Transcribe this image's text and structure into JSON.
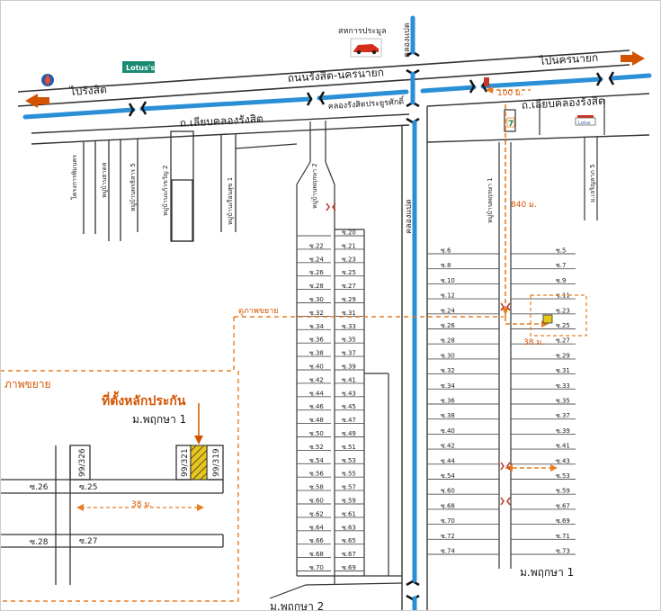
{
  "colors": {
    "canal": "#2b8fd6",
    "road": "#333333",
    "arrow": "#d35400",
    "dashed": "#e67e22",
    "property": "#e6c619",
    "lotus_bg": "#1b8c73"
  },
  "icons": {
    "fuel": "fuel-station-icon",
    "car": "car-icon",
    "seven_eleven": "store-icon",
    "lotus_small": "shop-icon"
  },
  "roads": {
    "main_road": "ถนนรังสิต-นครนายก",
    "to_rangsit": "ไปรังสิต",
    "to_nakhonnayok": "ไปนครนายก",
    "frontage_left": "ถ.เลียบคลองรังสิต",
    "frontage_right": "ถ.เลียบคลองรังสิต",
    "canal_rangsit": "คลองรังสิตประยูรศักดิ์",
    "canal_paet_top": "คลองแปด",
    "canal_paet": "คลองแปด",
    "distance_100": "100 ม.",
    "distance_840": "840 ม.",
    "distance_38": "38 ม."
  },
  "landmarks": {
    "car_dealer": "สหการประมูล",
    "lotus": "Lotus's",
    "lotus_small": "Lotus",
    "seven_eleven": "7"
  },
  "villages": {
    "v1": "โครงการพิมนคร",
    "v2": "หมู่บ้านธาดล",
    "v3": "หมู่บ้านพรธิสาร 5",
    "v4": "หมู่บ้านแก้วขวัญ 2",
    "v5": "หมู่บ้านเรือนสุข 1",
    "v6": "หมู่บ้านพฤกษา 2",
    "v7": "หมู่บ้านพฤกษา 1",
    "v8": "ม.เจริญลาภ 5"
  },
  "zones": {
    "zoom_label": "ดูภาพขยาย",
    "inset_title": "ภาพขยาย",
    "collateral": "ที่ตั้งหลักประกัน",
    "inset_village": "ม.พฤกษา 1",
    "bottom_v2": "ม.พฤกษา 2",
    "bottom_v1": "ม.พฤกษา 1"
  },
  "inset": {
    "lot_left": "99/326",
    "lot_mid": "99/321",
    "lot_right": "99/319",
    "soi_26": "ซ.26",
    "soi_25": "ซ.25",
    "soi_28": "ซ.28",
    "soi_27": "ซ.27",
    "distance": "38 ม."
  },
  "pruksa2_sois": [
    [
      "",
      "ซ.20"
    ],
    [
      "ซ.22",
      "ซ.21"
    ],
    [
      "ซ.24",
      "ซ.23"
    ],
    [
      "ซ.26",
      "ซ.25"
    ],
    [
      "ซ.28",
      "ซ.27"
    ],
    [
      "ซ.30",
      "ซ.29"
    ],
    [
      "ซ.32",
      "ซ.31"
    ],
    [
      "ซ.34",
      "ซ.33"
    ],
    [
      "ซ.36",
      "ซ.35"
    ],
    [
      "ซ.38",
      "ซ.37"
    ],
    [
      "ซ.40",
      "ซ.39"
    ],
    [
      "ซ.42",
      "ซ.41"
    ],
    [
      "ซ.44",
      "ซ.43"
    ],
    [
      "ซ.46",
      "ซ.45"
    ],
    [
      "ซ.48",
      "ซ.47"
    ],
    [
      "ซ.50",
      "ซ.49"
    ],
    [
      "ซ.52",
      "ซ.51"
    ],
    [
      "ซ.54",
      "ซ.53"
    ],
    [
      "ซ.56",
      "ซ.55"
    ],
    [
      "ซ.58",
      "ซ.57"
    ],
    [
      "ซ.60",
      "ซ.59"
    ],
    [
      "ซ.62",
      "ซ.61"
    ],
    [
      "ซ.64",
      "ซ.63"
    ],
    [
      "ซ.66",
      "ซ.65"
    ],
    [
      "ซ.68",
      "ซ.67"
    ],
    [
      "ซ.70",
      "ซ.69"
    ]
  ],
  "pruksa1_sois": [
    [
      "ซ.6",
      "ซ.5"
    ],
    [
      "ซ.8",
      "ซ.7"
    ],
    [
      "ซ.10",
      "ซ.9"
    ],
    [
      "ซ.12",
      "ซ.11"
    ],
    [
      "ซ.24",
      "ซ.23"
    ],
    [
      "ซ.26",
      "ซ.25"
    ],
    [
      "ซ.28",
      "ซ.27"
    ],
    [
      "ซ.30",
      "ซ.29"
    ],
    [
      "ซ.32",
      "ซ.31"
    ],
    [
      "ซ.34",
      "ซ.33"
    ],
    [
      "ซ.36",
      "ซ.35"
    ],
    [
      "ซ.38",
      "ซ.37"
    ],
    [
      "ซ.40",
      "ซ.39"
    ],
    [
      "ซ.42",
      "ซ.41"
    ],
    [
      "ซ.44",
      "ซ.43"
    ],
    [
      "ซ.54",
      "ซ.53"
    ],
    [
      "ซ.60",
      "ซ.59"
    ],
    [
      "ซ.68",
      "ซ.67"
    ],
    [
      "ซ.70",
      "ซ.69"
    ],
    [
      "ซ.72",
      "ซ.71"
    ],
    [
      "ซ.74",
      "ซ.73"
    ]
  ]
}
